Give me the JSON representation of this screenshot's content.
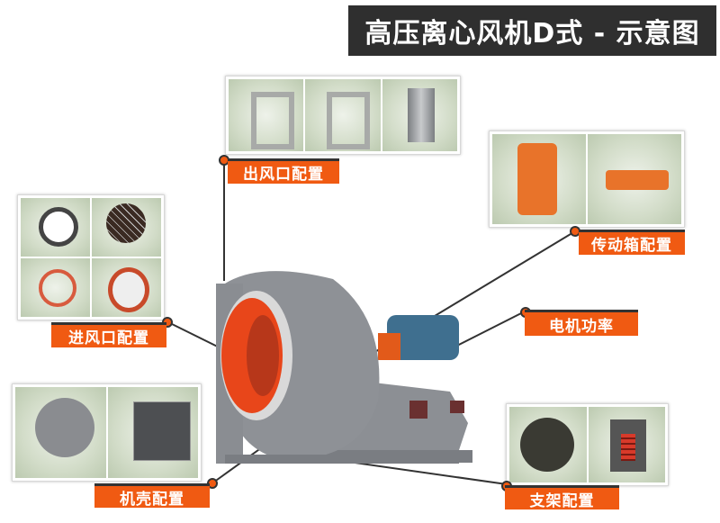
{
  "title": "高压离心风机D式 - 示意图",
  "colors": {
    "accent": "#f05a12",
    "title_bg": "#2f2f2f",
    "line": "#333333"
  },
  "callouts": {
    "outlet": {
      "label": "出风口配置",
      "items": [
        "square-flange",
        "flange-with-damper",
        "cylinder-silencer"
      ]
    },
    "transmission": {
      "label": "传动箱配置",
      "items": [
        "bearing-box-vertical",
        "bearing-box-horizontal"
      ]
    },
    "inlet": {
      "label": "进风口配置",
      "items": [
        "inlet-ring",
        "inlet-grille",
        "inlet-flange",
        "inlet-damper"
      ]
    },
    "motor": {
      "label": "电机功率"
    },
    "casing": {
      "label": "机壳配置",
      "items": [
        "casing-curved",
        "access-door"
      ]
    },
    "base": {
      "label": "支架配置",
      "items": [
        "rubber-damper",
        "spring-damper"
      ]
    }
  }
}
